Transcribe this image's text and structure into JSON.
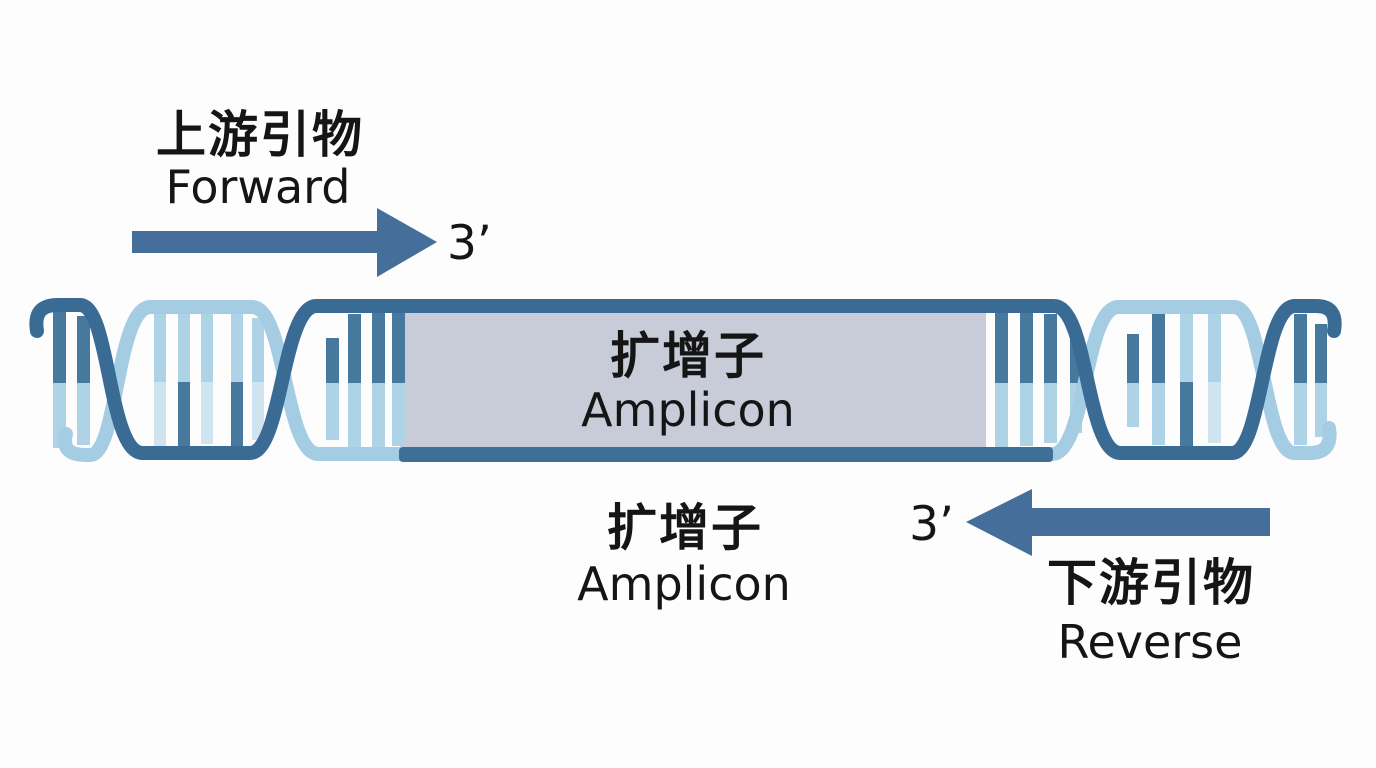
{
  "title": "PCR primers and amplicon on DNA double helix",
  "colors": {
    "background": "#fdfdfd",
    "strand_dark": "#3a6b94",
    "strand_light": "#a4cce2",
    "rung_dark": "#47799f",
    "rung_light": "#aed3e6",
    "rung_pale": "#cfe4ef",
    "amplicon_fill": "#c7ccd8",
    "bar_dark": "#3e7095",
    "arrow": "#456f9a",
    "text": "#151515"
  },
  "labels": {
    "forward_primer": {
      "zh": "上游引物",
      "en": "Forward",
      "three_prime": "3’"
    },
    "reverse_primer": {
      "zh": "下游引物",
      "en": "Reverse",
      "three_prime": "3’"
    },
    "amplicon_box": {
      "zh": "扩增子",
      "en": "Amplicon"
    },
    "amplicon_caption": {
      "zh": "扩增子",
      "en": "Amplicon"
    }
  }
}
